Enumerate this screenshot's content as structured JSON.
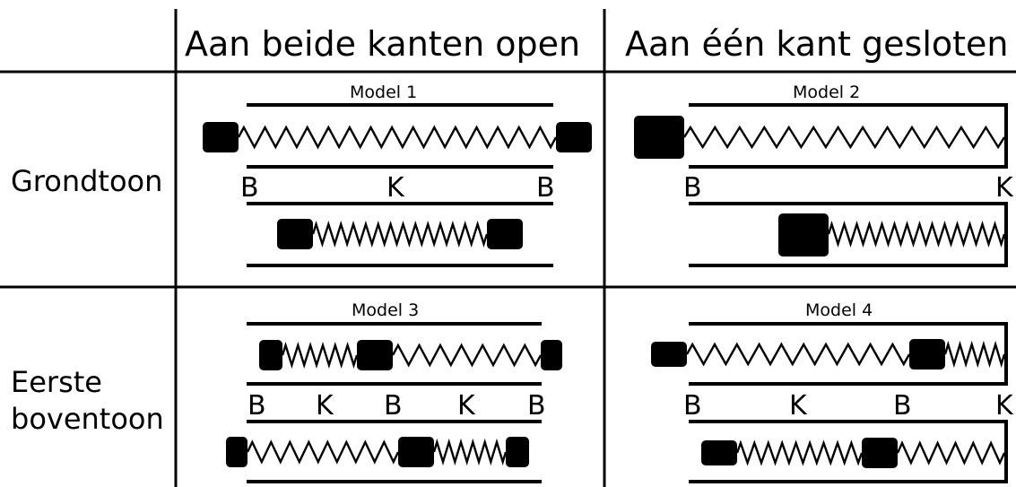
{
  "columns": {
    "open_both": "Aan beide kanten open",
    "closed_one": "Aan één kant gesloten"
  },
  "rows": {
    "fundamental": "Grondtoon",
    "overtone_line1": "Eerste",
    "overtone_line2": "boventoon"
  },
  "models": {
    "m1": "Model 1",
    "m2": "Model 2",
    "m3": "Model 3",
    "m4": "Model 4"
  },
  "labels": {
    "belly": "B",
    "node": "K"
  }
}
